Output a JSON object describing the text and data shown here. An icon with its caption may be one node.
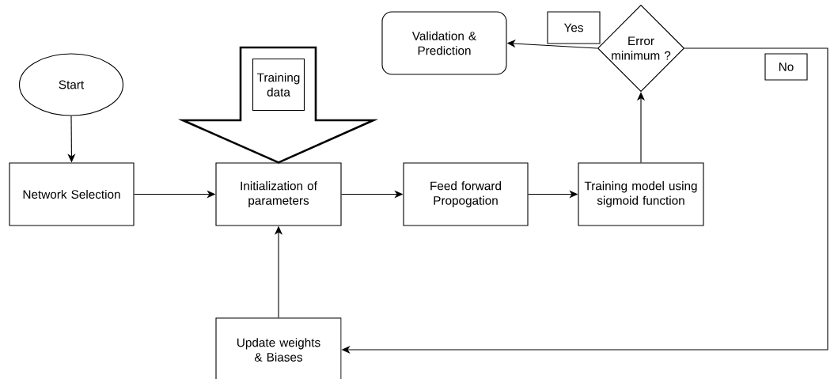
{
  "diagram": {
    "nodes": [
      {
        "text": [
          "Start"
        ]
      },
      {
        "text": [
          "Network Selection"
        ]
      },
      {
        "text": [
          "Training data"
        ]
      },
      {
        "text": [
          "Initialization of parameters"
        ]
      },
      {
        "text": [
          "Feed forward Propogation"
        ]
      },
      {
        "text": [
          "Training model using sigmoid function"
        ]
      },
      {
        "text": [
          "Error minimum ?"
        ]
      },
      {
        "text": [
          "Validation & Prediction"
        ]
      },
      {
        "text": [
          "Update weights & Biases"
        ]
      }
    ],
    "edges": [
      {
        "from": 0,
        "to": 1,
        "arrow": "to"
      },
      {
        "from": 1,
        "to": 3,
        "arrow": "to"
      },
      {
        "from": 2,
        "to": 3,
        "arrow": "to",
        "style": "thick"
      },
      {
        "from": 3,
        "to": 4,
        "arrow": "to"
      },
      {
        "from": 4,
        "to": 5,
        "arrow": "to"
      },
      {
        "from": 5,
        "to": 6,
        "arrow": "to"
      },
      {
        "from": 6,
        "to": 7,
        "arrow": "to",
        "label": "Yes"
      },
      {
        "from": 6,
        "to": 8,
        "arrow": "to",
        "label": "No"
      },
      {
        "from": 8,
        "to": 3,
        "arrow": "to"
      }
    ]
  }
}
